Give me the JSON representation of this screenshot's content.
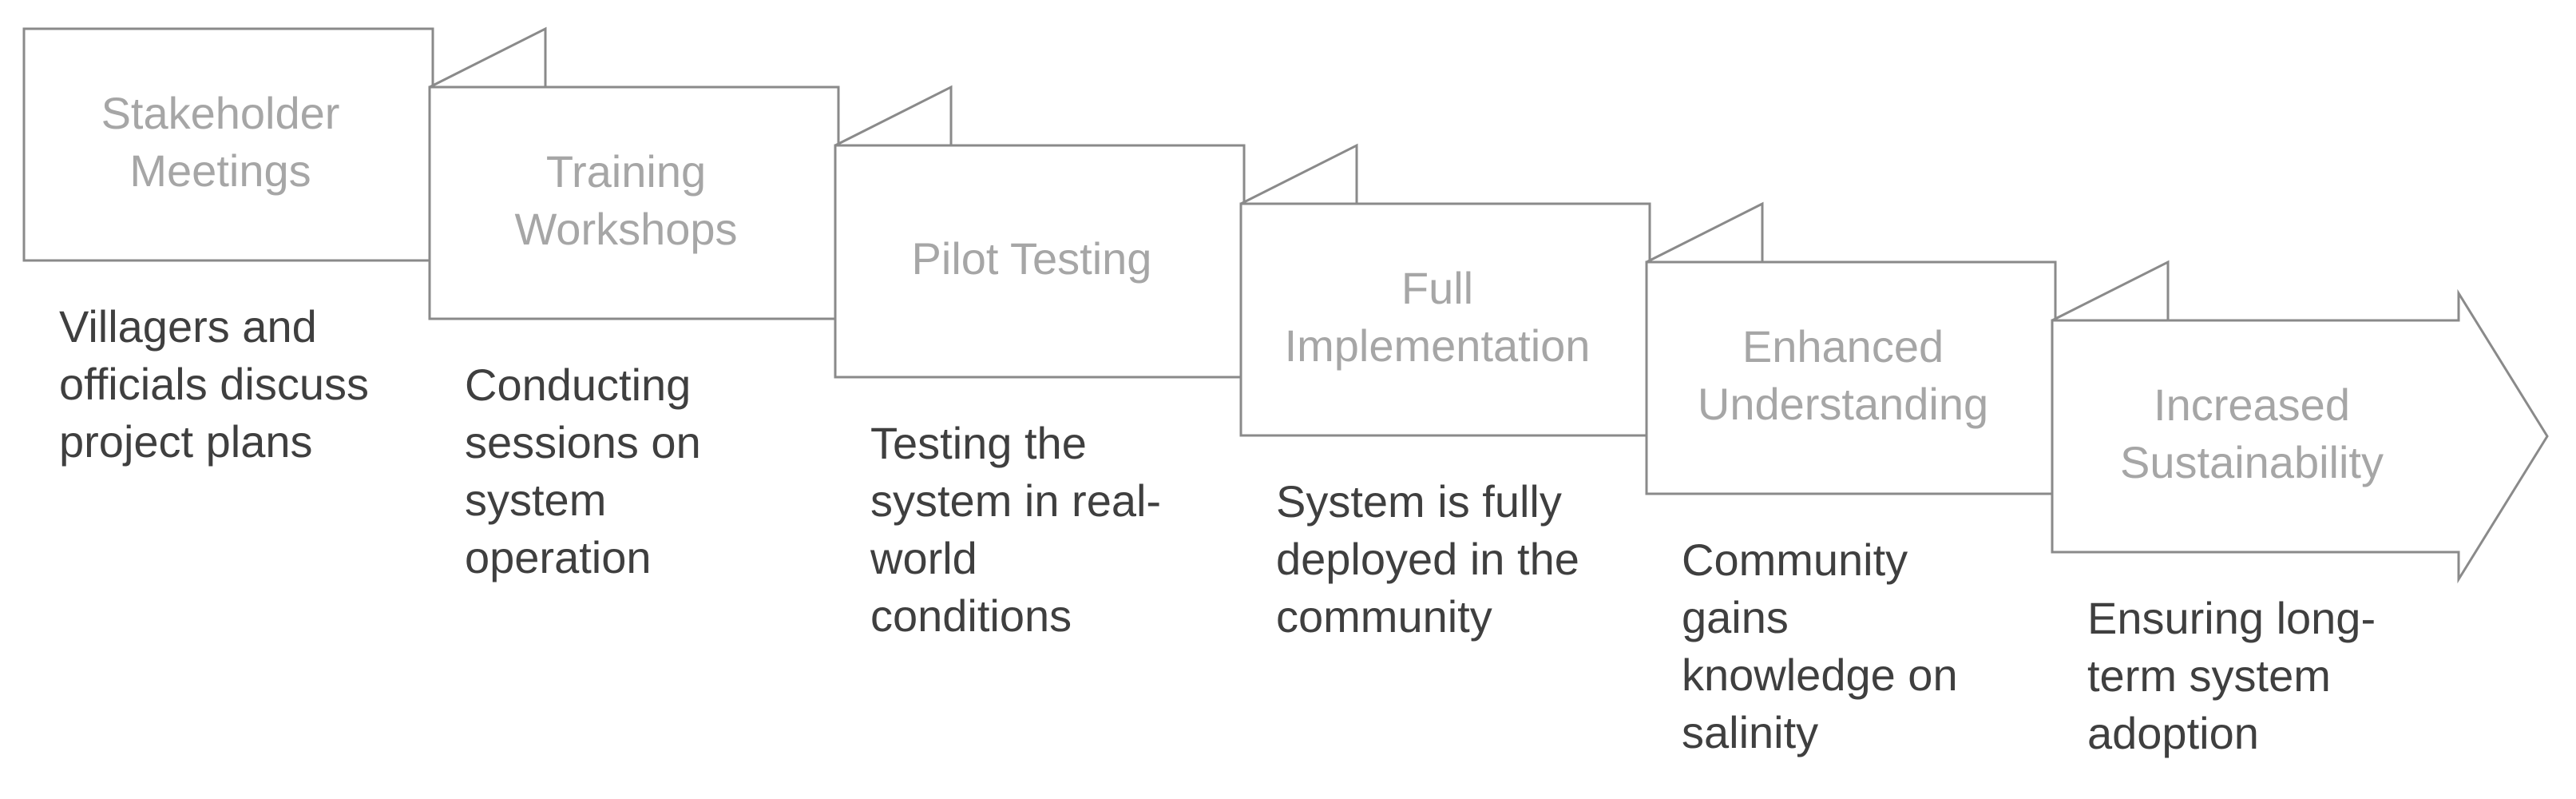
{
  "colors": {
    "outline": "#8a8a8a",
    "title_text": "#a6a6a6",
    "description_text": "#3f3f3f",
    "background": "#ffffff"
  },
  "steps": [
    {
      "title_lines": [
        "Stakeholder",
        "Meetings"
      ],
      "description_lines": [
        "Villagers and",
        "officials discuss",
        "project plans"
      ]
    },
    {
      "title_lines": [
        "Training",
        "Workshops"
      ],
      "description_lines": [
        "Conducting",
        "sessions on",
        "system",
        "operation"
      ]
    },
    {
      "title_lines": [
        "Pilot Testing"
      ],
      "description_lines": [
        "Testing the",
        "system in real-",
        "world",
        "conditions"
      ]
    },
    {
      "title_lines": [
        "Full",
        "Implementation"
      ],
      "description_lines": [
        "System is fully",
        "deployed in the",
        "community"
      ]
    },
    {
      "title_lines": [
        "Enhanced",
        "Understanding"
      ],
      "description_lines": [
        "Community",
        "gains",
        "knowledge on",
        "salinity"
      ]
    },
    {
      "title_lines": [
        "Increased",
        "Sustainability"
      ],
      "description_lines": [
        "Ensuring long-",
        "term system",
        "adoption"
      ]
    }
  ]
}
